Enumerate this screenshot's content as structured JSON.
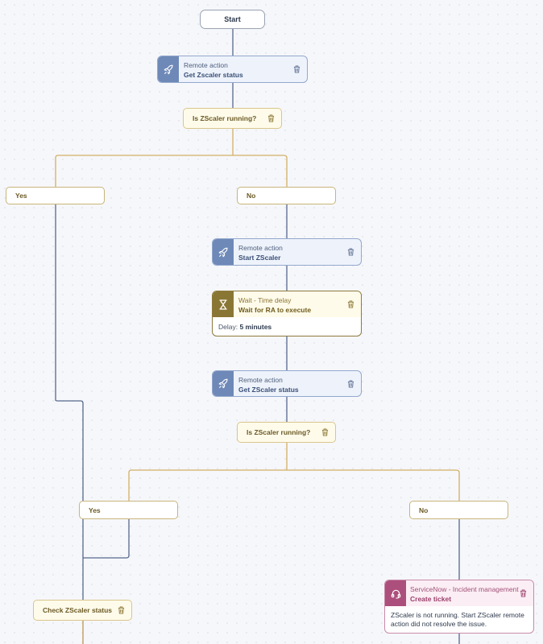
{
  "flow": {
    "start": {
      "label": "Start"
    },
    "get_status_1": {
      "type": "Remote action",
      "name": "Get Zscaler status"
    },
    "condition_1": {
      "label": "Is ZScaler running?"
    },
    "branch_1_yes": {
      "label": "Yes"
    },
    "branch_1_no": {
      "label": "No"
    },
    "start_zscaler": {
      "type": "Remote action",
      "name": "Start ZScaler"
    },
    "wait": {
      "type": "Wait - Time delay",
      "name": "Wait for RA to execute",
      "delay_label": "Delay:",
      "delay_value": "5 minutes"
    },
    "get_status_2": {
      "type": "Remote action",
      "name": "Get ZScaler status"
    },
    "condition_2": {
      "label": "Is ZScaler running?"
    },
    "branch_2_yes": {
      "label": "Yes"
    },
    "branch_2_no": {
      "label": "No"
    },
    "servicenow": {
      "type": "ServiceNow - Incident management",
      "name": "Create ticket",
      "description": "ZScaler is not running. Start ZScaler remote action did not resolve the issue."
    },
    "check_status": {
      "label": "Check ZScaler status"
    }
  },
  "colors": {
    "remote_action_accent": "#6e89b8",
    "wait_accent": "#8a7634",
    "servicenow_accent": "#ad4f7c",
    "condition_line": "#d4b067",
    "action_line": "#56698e"
  },
  "icons": {
    "remote_action": "rocket-icon",
    "wait": "hourglass-icon",
    "servicenow": "headset-icon",
    "delete": "trash-icon"
  }
}
